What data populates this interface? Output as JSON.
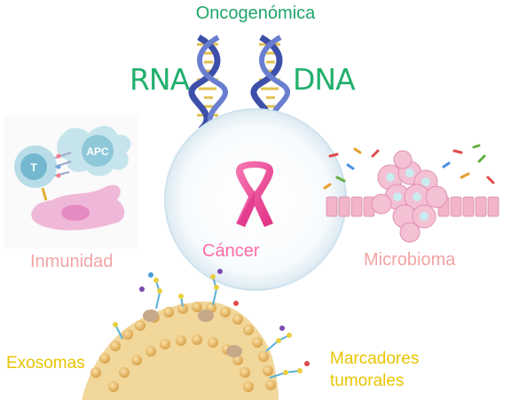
{
  "title": "Oncogenómica",
  "labels": {
    "rna": "RNA",
    "dna": "DNA",
    "center": "Cáncer",
    "left": "Inmunidad",
    "right": "Microbioma",
    "bottom_left": "Exosomas",
    "bottom_right_1": "Marcadores",
    "bottom_right_2": "tumorales"
  },
  "cell_labels": {
    "t_cell": "T",
    "apc": "APC"
  },
  "colors": {
    "title_green": "#1fa56a",
    "pink_label": "#f3a4a4",
    "cancer_label": "#ff6aa6",
    "yellow_label": "#e8c400",
    "ribbon": "#f0509a"
  }
}
